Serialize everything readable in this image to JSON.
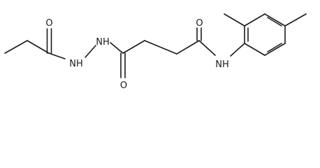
{
  "molecule": {
    "atoms": {
      "o_propanoyl": "O",
      "nh_hydrazide_1": "NH",
      "nh_hydrazide_2": "NH",
      "o_succinyl_hydrazide": "O",
      "o_amide": "O",
      "nh_amide": "NH"
    }
  }
}
